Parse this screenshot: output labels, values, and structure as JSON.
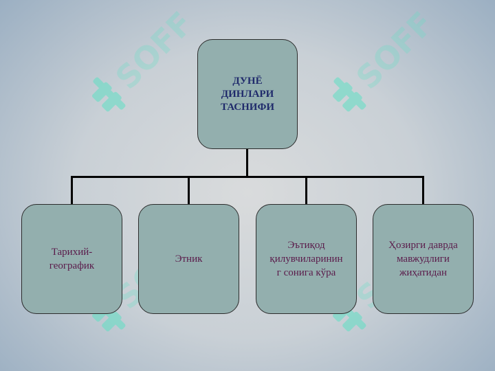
{
  "diagram": {
    "root": {
      "label": "ДУНЁ\nДИНЛАРИ\nТАСНИФИ"
    },
    "children": [
      {
        "label": "Тарихий-\nгеографик"
      },
      {
        "label": "Этник"
      },
      {
        "label": "Эътиқод\nқилувчиларинин\nг сонига кўра"
      },
      {
        "label": "Ҳозирги даврда\nмавжудлиги\nжиҳатидан"
      }
    ]
  },
  "watermark": {
    "text": "SOFF"
  },
  "colors": {
    "node_fill": "#93afae",
    "root_text": "#1f2a6b",
    "child_text": "#5a1a4a",
    "connector": "#000000",
    "watermark": "#5fe0c4"
  }
}
